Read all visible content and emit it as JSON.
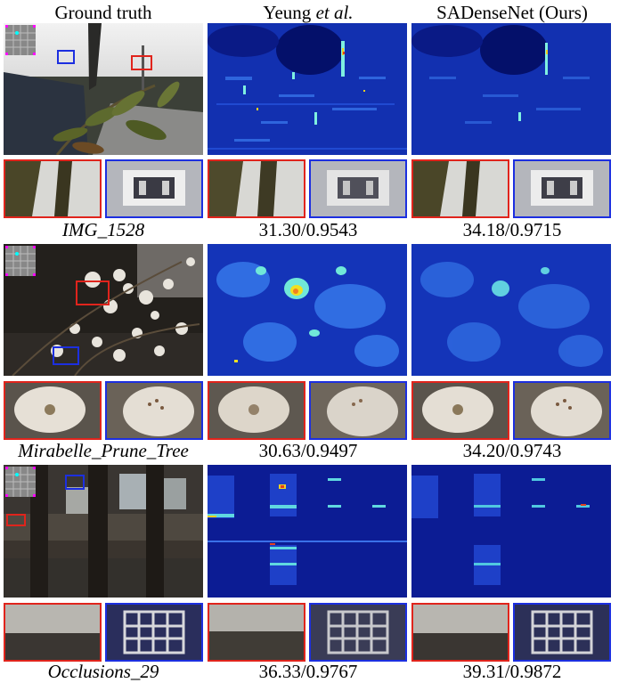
{
  "headers": {
    "col1": "Ground truth",
    "col2_prefix": "Yeung ",
    "col2_italic": "et al.",
    "col3": "SADenseNet (Ours)"
  },
  "rows": [
    {
      "scene": "IMG_1528",
      "yeung": "31.30/0.9543",
      "ours": "34.18/0.9715"
    },
    {
      "scene": "Mirabelle_Prune_Tree",
      "yeung": "30.63/0.9497",
      "ours": "34.20/0.9743"
    },
    {
      "scene": "Occlusions_29",
      "yeung": "36.33/0.9767",
      "ours": "39.31/0.9872"
    }
  ],
  "colors": {
    "red_box": "#e0241c",
    "blue_box": "#1c2fe0",
    "heat_bg": "#1428b4",
    "grid_marker": "magenta"
  }
}
